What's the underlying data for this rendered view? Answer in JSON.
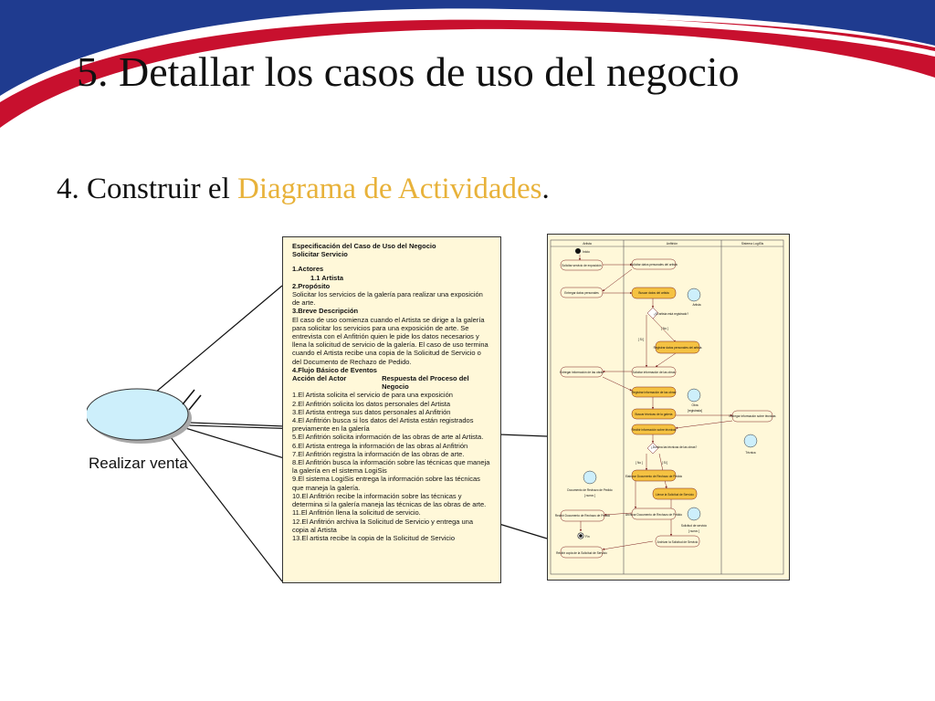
{
  "slide": {
    "title": "5. Detallar los casos de uso del negocio",
    "subtitle_prefix": "4. Construir el ",
    "subtitle_highlight": "Diagrama de Actividades",
    "subtitle_suffix": ".",
    "highlight_color": "#e8b23a",
    "banner_colors": {
      "blue": "#1f3b8f",
      "red": "#c8102e"
    }
  },
  "use_case": {
    "label": "Realizar venta",
    "fill_color": "#cdeffb"
  },
  "spec": {
    "heading1": "Especificación del Caso de Uso del Negocio",
    "heading2": "Solicitar Servicio",
    "s1_title": "1.Actores",
    "s1_item": "1.1 Artista",
    "s2_title": "2.Propósito",
    "s2_text": "Solicitar los servicios de la galería para realizar una exposición de arte.",
    "s3_title": "3.Breve Descripción",
    "s3_text": "El caso de uso comienza cuando el Artista se dirige a la galería para solicitar los servicios para una exposición de arte. Se entrevista con el Anfitrión quien le pide los datos necesarios y llena la solicitud de servicio de la galería. El caso de uso termina cuando el Artista recibe una copia de la Solicitud de Servicio o del Documento de Rechazo de Pedido.",
    "s4_title": "4.Flujo Básico de Eventos",
    "col_actor": "Acción del Actor",
    "col_response": "Respuesta del Proceso del Negocio",
    "steps": [
      "1.El Artista solicita el servicio de para una exposición",
      "2.El Anfitrión solicita los datos personales del Artista",
      "3.El Artista entrega sus datos personales al Anfitrión",
      "4.El Anfitrión busca si los datos del Artista están registrados previamente en la galería",
      "5.El Anfitrión solicita información de las obras de arte al Artista.",
      "6.El Artista entrega la información de las obras al Anfitrión",
      "7.El Anfitrión registra la información de las obras de arte.",
      "8.El Anfitrión busca la información sobre las técnicas que maneja la galería en el sistema LogiSis",
      "9.El sistema LogiSis entrega la información sobre las técnicas que maneja la galería.",
      "10.El Anfitrión recibe la información sobre las técnicas y determina si la galería maneja las técnicas de las obras de arte.",
      "11.El Anfitrión llena la solicitud de servicio.",
      "12.El Anfitrión archiva la Solicitud de Servicio y entrega una copia al Artista",
      "13.El artista recibe la copia de la Solicitud de Servicio"
    ]
  },
  "activity": {
    "lanes": [
      "Artista",
      "Anfitrión",
      "Sistema LogiSis"
    ],
    "nodes": {
      "start": "Inicio",
      "a1": "Solicitar servicio de exposición",
      "b1": "Solicitar datos personales del artista",
      "a2": "Entregar datos personales",
      "b2": "Buscar datos del artista",
      "o_artista": "Artista",
      "d1": "¿El artista está registrado?",
      "no1": "[ No ]",
      "si1": "[ Si ]",
      "b3": "Registrar datos personales del artista",
      "a3": "Entregar información de las obras",
      "b4": "Solicitar información de las obras",
      "b5": "Registrar información de las obras",
      "o_obra": "Obra",
      "o_obra_st": "[registrada]",
      "b6": "Buscar técnicas de la galería",
      "c1": "Entregar información sobre técnicas",
      "b7": "Recibir información sobre técnicas",
      "o_tecnica": "Técnica",
      "d2": "¿Domina las técnicas de las obras?",
      "no2": "[ No ]",
      "si2": "[ Si ]",
      "b8": "Elaborar Documento de Rechazo de Pedido",
      "b9": "Llenar la Solicitud de Servicio",
      "o_doc": "Documento de Rechazo de Pedido",
      "o_doc_st": "[ nuevo ]",
      "o_sol": "Solicitud de servicio",
      "o_sol_st": "[ nuevo ]",
      "a4": "Recibir Documento de Rechazo de Pedido",
      "b10": "Archivar Documento de Rechazo de Pedido",
      "b11": "Archivar la Solicitud de Servicio",
      "a5": "Recibir copia de la Solicitud de Servicio",
      "end": "Fin"
    }
  }
}
